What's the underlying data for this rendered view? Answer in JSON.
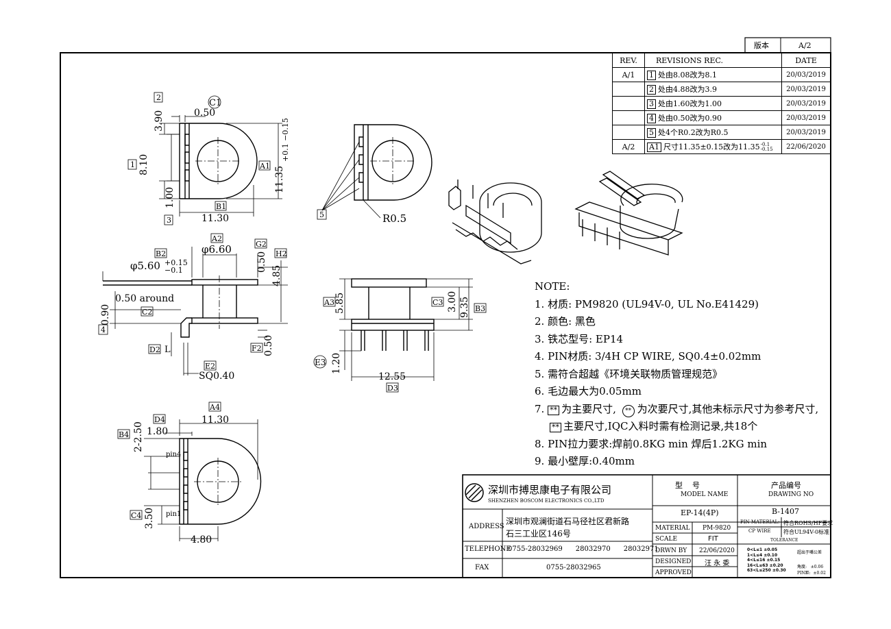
{
  "version_box": {
    "label": "版本",
    "value": "A/2"
  },
  "revisions": {
    "headers": [
      "REV.",
      "REVISIONS REC.",
      "DATE"
    ],
    "rows": [
      {
        "rev": "A/1",
        "mark": "1",
        "text": "处由8.08改为8.1",
        "date": "20/03/2019"
      },
      {
        "rev": "",
        "mark": "2",
        "text": "处由4.88改为3.9",
        "date": "20/03/2019"
      },
      {
        "rev": "",
        "mark": "3",
        "text": "处由1.60改为1.00",
        "date": "20/03/2019"
      },
      {
        "rev": "",
        "mark": "4",
        "text": "处由0.50改为0.90",
        "date": "20/03/2019"
      },
      {
        "rev": "",
        "mark": "5",
        "text": "处4个R0.2改为R0.5",
        "date": "20/03/2019"
      },
      {
        "rev": "A/2",
        "mark": "A1",
        "text": "尺寸11.35±0.15改为11.35",
        "tol_up": "-0.1",
        "tol_down": "-0.15",
        "date": "22/06/2020"
      }
    ]
  },
  "dims": {
    "c1": "C1",
    "d050": "0.50",
    "d390": "3.90",
    "m2": "2",
    "d810": "8.10",
    "m1": "1",
    "d100": "1.00",
    "m3": "3",
    "d1130": "11.30",
    "b1": "B1",
    "a1": "A1",
    "d1135": "11.35",
    "d1135_tol": "+0.1  −0.15",
    "m5": "5",
    "r05": "R0.5",
    "b2": "B2",
    "a2": "A2",
    "g2": "G2",
    "h2": "H2",
    "phi660": "φ6.60",
    "phi560": "φ5.60",
    "phi_tol_up": "+0.15",
    "phi_tol_dn": "−0.1",
    "d050b": "0.50",
    "d485": "4.85",
    "d050around": "0.50 around",
    "c2": "C2",
    "d090": "0.90",
    "m4": "4",
    "d2": "D2",
    "l": "L",
    "f2": "F2",
    "d050c": "0.50",
    "e2": "E2",
    "sq040": "SQ0.40",
    "a3": "A3",
    "d585": "5.85",
    "c3": "C3",
    "d300": "3.00",
    "d935": "9.35",
    "b3": "B3",
    "e3": "E3",
    "d120": "1.20",
    "d1255": "12.55",
    "d3": "D3",
    "a4": "A4",
    "d4": "D4",
    "d1130b": "11.30",
    "b4": "B4",
    "d180": "1.80",
    "d2250": "2-2.50",
    "pin4": "pin4",
    "pin1": "pin1",
    "c4": "C4",
    "d350": "3.50",
    "d480": "4.80"
  },
  "notes": {
    "title": "NOTE:",
    "items": [
      "1. 材质: PM9820 (UL94V-0, UL No.E41429)",
      "2. 颜色: 黑色",
      "3. 铁芯型号: EP14",
      "4. PIN材质: 3/4H CP WIRE, SQ0.4±0.02mm",
      "5. 需符合超越《环境关联物质管理规范》",
      "6. 毛边最大为0.05mm"
    ],
    "n7_prefix": "7.",
    "n7_a": "为主要尺寸,",
    "n7_b": "为次要尺寸,其他未标示尺寸为参考尺寸,",
    "n7_c": "主要尺寸,IQC入料时需有检测记录,共18个",
    "mark_box": "**",
    "mark_circle": "**",
    "n8": "8. PIN拉力要求:焊前0.8KG min 焊后1.2KG min",
    "n9": "9. 最小壁厚:0.40mm"
  },
  "title_block": {
    "company_cn": "深圳市搏思康电子有限公司",
    "company_en": "SHENZHEN BOSCOM ELECTRONICS CO.,LTD",
    "address_label": "ADDRESS",
    "address_line1": "深圳市观澜街道石马径社区君新路",
    "address_line2": "石三工业区146号",
    "telephone_label": "TELEPHONE",
    "telephone": "0755-28032969      28032970      28032971",
    "fax_label": "FAX",
    "fax": "0755-28032965",
    "model_name_cn": "型    号",
    "model_name_en": "MODEL NAME",
    "model": "EP-14(4P)",
    "drawing_no_cn": "产品编号",
    "drawing_no_en": "DRAWING NO",
    "drawing_no": "B-1407",
    "material_label": "MATERIAL",
    "material": "PM-9820",
    "pin_material_label": "PIN MATERIAL:",
    "pin_material": "CP WIRE",
    "rohs": "符合ROHS/HF要求",
    "ul": "符合UL94V-0标准",
    "scale_label": "SCALE",
    "scale": "FIT",
    "tolerance_label": "TOLERANCE",
    "drwn_label": "DRWN BY",
    "drwn_date": "22/06/2020",
    "designed_label": "DESIGNED",
    "designed_by": "汪 永 委",
    "approved_label": "APPROVED",
    "tol_rows": [
      {
        "range": "0<L≤1",
        "tol": "±0.05"
      },
      {
        "range": "1<L≤4",
        "tol": "±0.10"
      },
      {
        "range": "4<L≤16",
        "tol": "±0.15"
      },
      {
        "range": "16<L≤63",
        "tol": "±0.20"
      },
      {
        "range": "63<L≤250",
        "tol": "±0.30"
      }
    ],
    "tol_note": "超出于嘴公差",
    "tol_angle": "角度:   ±0.06",
    "tol_pin": "PIN距:  ±0.02"
  }
}
